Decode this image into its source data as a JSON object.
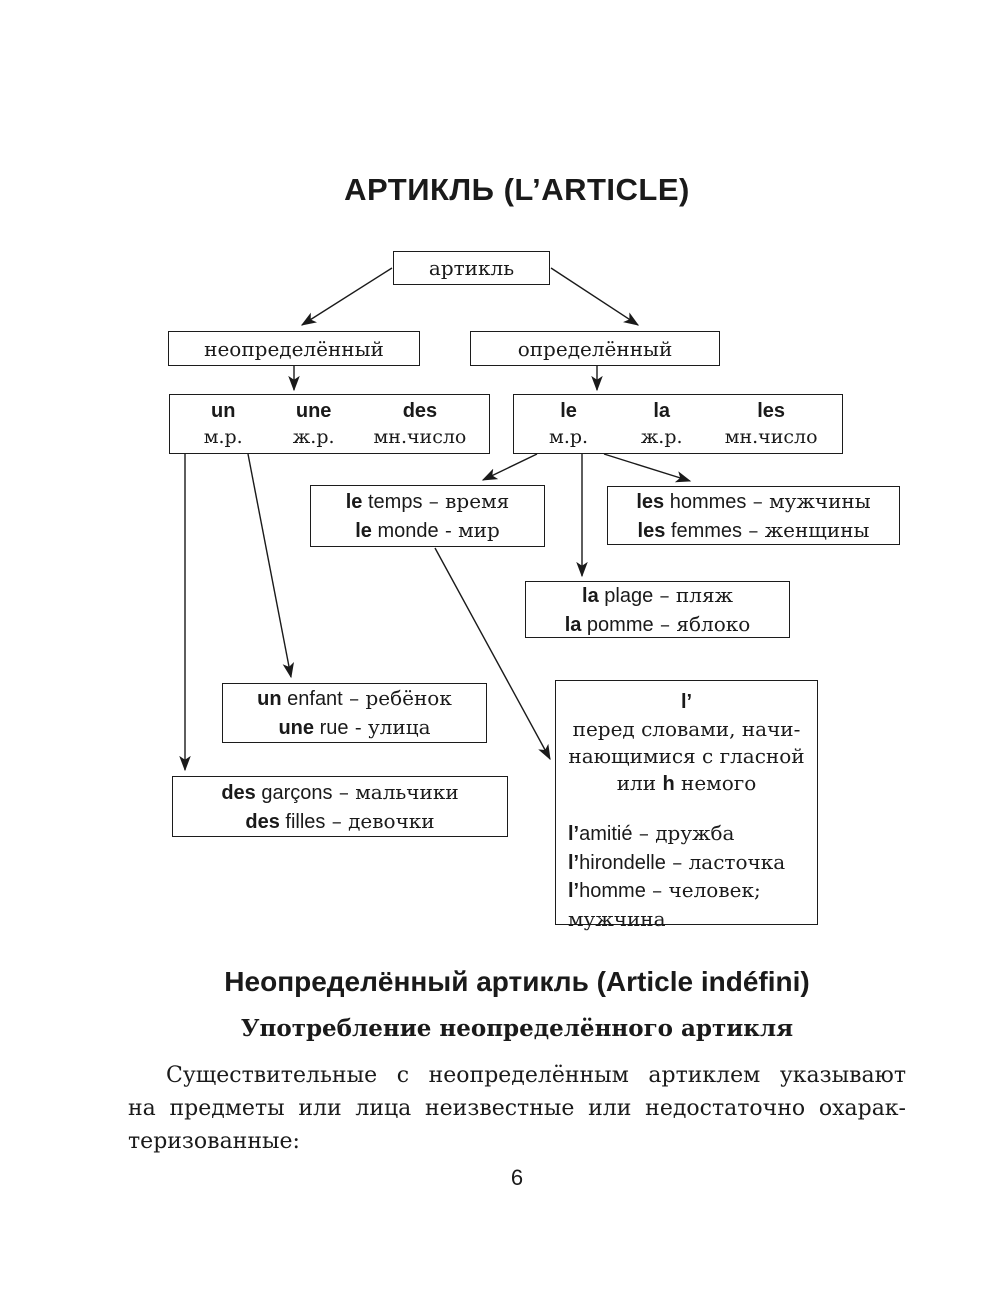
{
  "page": {
    "title": "АРТИКЛЬ (L’ARTICLE)",
    "page_number": "6"
  },
  "diagram": {
    "root": "артикль",
    "indefinite": "неопределённый",
    "definite": "определённый",
    "indefinite_forms": [
      {
        "article": "un",
        "gender": "м.р."
      },
      {
        "article": "une",
        "gender": "ж.р."
      },
      {
        "article": "des",
        "gender": "мн.число"
      }
    ],
    "definite_forms": [
      {
        "article": "le",
        "gender": "м.р."
      },
      {
        "article": "la",
        "gender": "ж.р."
      },
      {
        "article": "les",
        "gender": "мн.число"
      }
    ],
    "examples": {
      "le_temps": {
        "lines": [
          {
            "fr_bold": "le",
            "fr": " temps",
            "ru": " – время"
          },
          {
            "fr_bold": "le",
            "fr": " monde",
            "ru": " - мир"
          }
        ]
      },
      "les_hommes": {
        "lines": [
          {
            "fr_bold": "les",
            "fr": " hommes",
            "ru": " – мужчины"
          },
          {
            "fr_bold": "les",
            "fr": " femmes",
            "ru": " – женщины"
          }
        ]
      },
      "la_plage": {
        "lines": [
          {
            "fr_bold": "la",
            "fr": " plage",
            "ru": " – пляж"
          },
          {
            "fr_bold": "la",
            "fr": " pomme",
            "ru": " – яблоко"
          }
        ]
      },
      "un_enfant": {
        "lines": [
          {
            "fr_bold": "un",
            "fr": " enfant",
            "ru": " – ребёнок"
          },
          {
            "fr_bold": "une",
            "fr": " rue",
            "ru": " - улица"
          }
        ]
      },
      "des_garcons": {
        "lines": [
          {
            "fr_bold": "des",
            "fr": " garçons",
            "ru": " – мальчики"
          },
          {
            "fr_bold": "des",
            "fr": " filles",
            "ru": " – девочки"
          }
        ]
      }
    },
    "elision": {
      "title": "l’",
      "desc_line1": "перед словами, начи-",
      "desc_line2": "нающимися с гласной",
      "desc_line3": {
        "before": "или ",
        "bold": "h",
        "after": " немого"
      },
      "examples": [
        {
          "fr_bold": "l’",
          "fr": "amitié",
          "ru": " – дружба"
        },
        {
          "fr_bold": "l’",
          "fr": "hirondelle",
          "ru": " – ласточка"
        },
        {
          "fr_bold": "l’",
          "fr": "homme",
          "ru": " – человек;"
        }
      ],
      "continuation": "мужчина"
    }
  },
  "section": {
    "heading": "Неопределённый артикль (Article indéfini)",
    "subheading": "Употребление неопределённого артикля",
    "paragraph_lines": [
      "Существительные с неопределённым артиклем указывают",
      "на предметы или лица неизвестные или недостаточно охарак-",
      "теризованные:"
    ]
  },
  "colors": {
    "ink": "#1a1a1a",
    "background": "#ffffff"
  }
}
